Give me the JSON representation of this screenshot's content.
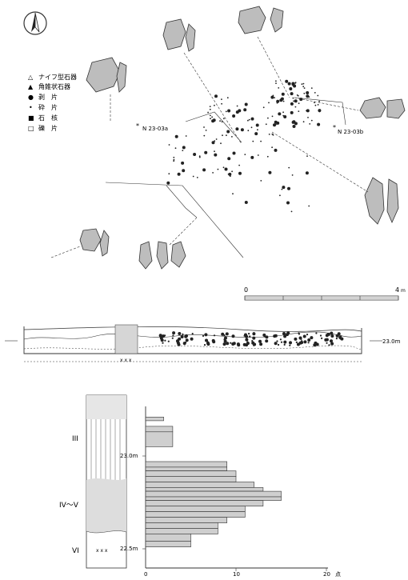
{
  "legend": {
    "items": [
      {
        "symbol": "△",
        "label": "ナイフ型石器"
      },
      {
        "symbol": "▲",
        "label": "角錐状石器"
      },
      {
        "symbol": "●",
        "label": "剥　片"
      },
      {
        "symbol": "•",
        "label": "砕　片"
      },
      {
        "symbol": "■",
        "label": "石　核"
      },
      {
        "symbol": "□",
        "label": "礫　片"
      }
    ]
  },
  "plan": {
    "labels": {
      "a": "N 23-03a",
      "b": "N 23-03b"
    }
  },
  "scale_bar": {
    "start": "0",
    "end": "4",
    "unit": "m"
  },
  "profile": {
    "elevation_label": "23.0m"
  },
  "column": {
    "layers": [
      "III",
      "IV～V",
      "VI"
    ]
  },
  "chart_data": {
    "type": "bar",
    "orientation": "horizontal",
    "description_axis": "elevation",
    "y_tick_labels": [
      "23.0m",
      "22.5m"
    ],
    "x_tick_labels": [
      "0",
      "10",
      "20"
    ],
    "x_unit": "点",
    "xlim": [
      0,
      20
    ],
    "bins": [
      {
        "y": 23.21,
        "count": 2
      },
      {
        "y": 23.19,
        "count": 0
      },
      {
        "y": 23.16,
        "count": 3
      },
      {
        "y": 23.13,
        "count": 3
      },
      {
        "y": 23.05,
        "count": 0
      },
      {
        "y": 23.0,
        "count": 0
      },
      {
        "y": 22.97,
        "count": 9
      },
      {
        "y": 22.94,
        "count": 9
      },
      {
        "y": 22.92,
        "count": 10
      },
      {
        "y": 22.89,
        "count": 10
      },
      {
        "y": 22.86,
        "count": 12
      },
      {
        "y": 22.83,
        "count": 13
      },
      {
        "y": 22.81,
        "count": 15
      },
      {
        "y": 22.78,
        "count": 15
      },
      {
        "y": 22.76,
        "count": 13
      },
      {
        "y": 22.73,
        "count": 11
      },
      {
        "y": 22.7,
        "count": 11
      },
      {
        "y": 22.67,
        "count": 9
      },
      {
        "y": 22.64,
        "count": 8
      },
      {
        "y": 22.61,
        "count": 8
      },
      {
        "y": 22.58,
        "count": 5
      },
      {
        "y": 22.54,
        "count": 5
      }
    ]
  }
}
